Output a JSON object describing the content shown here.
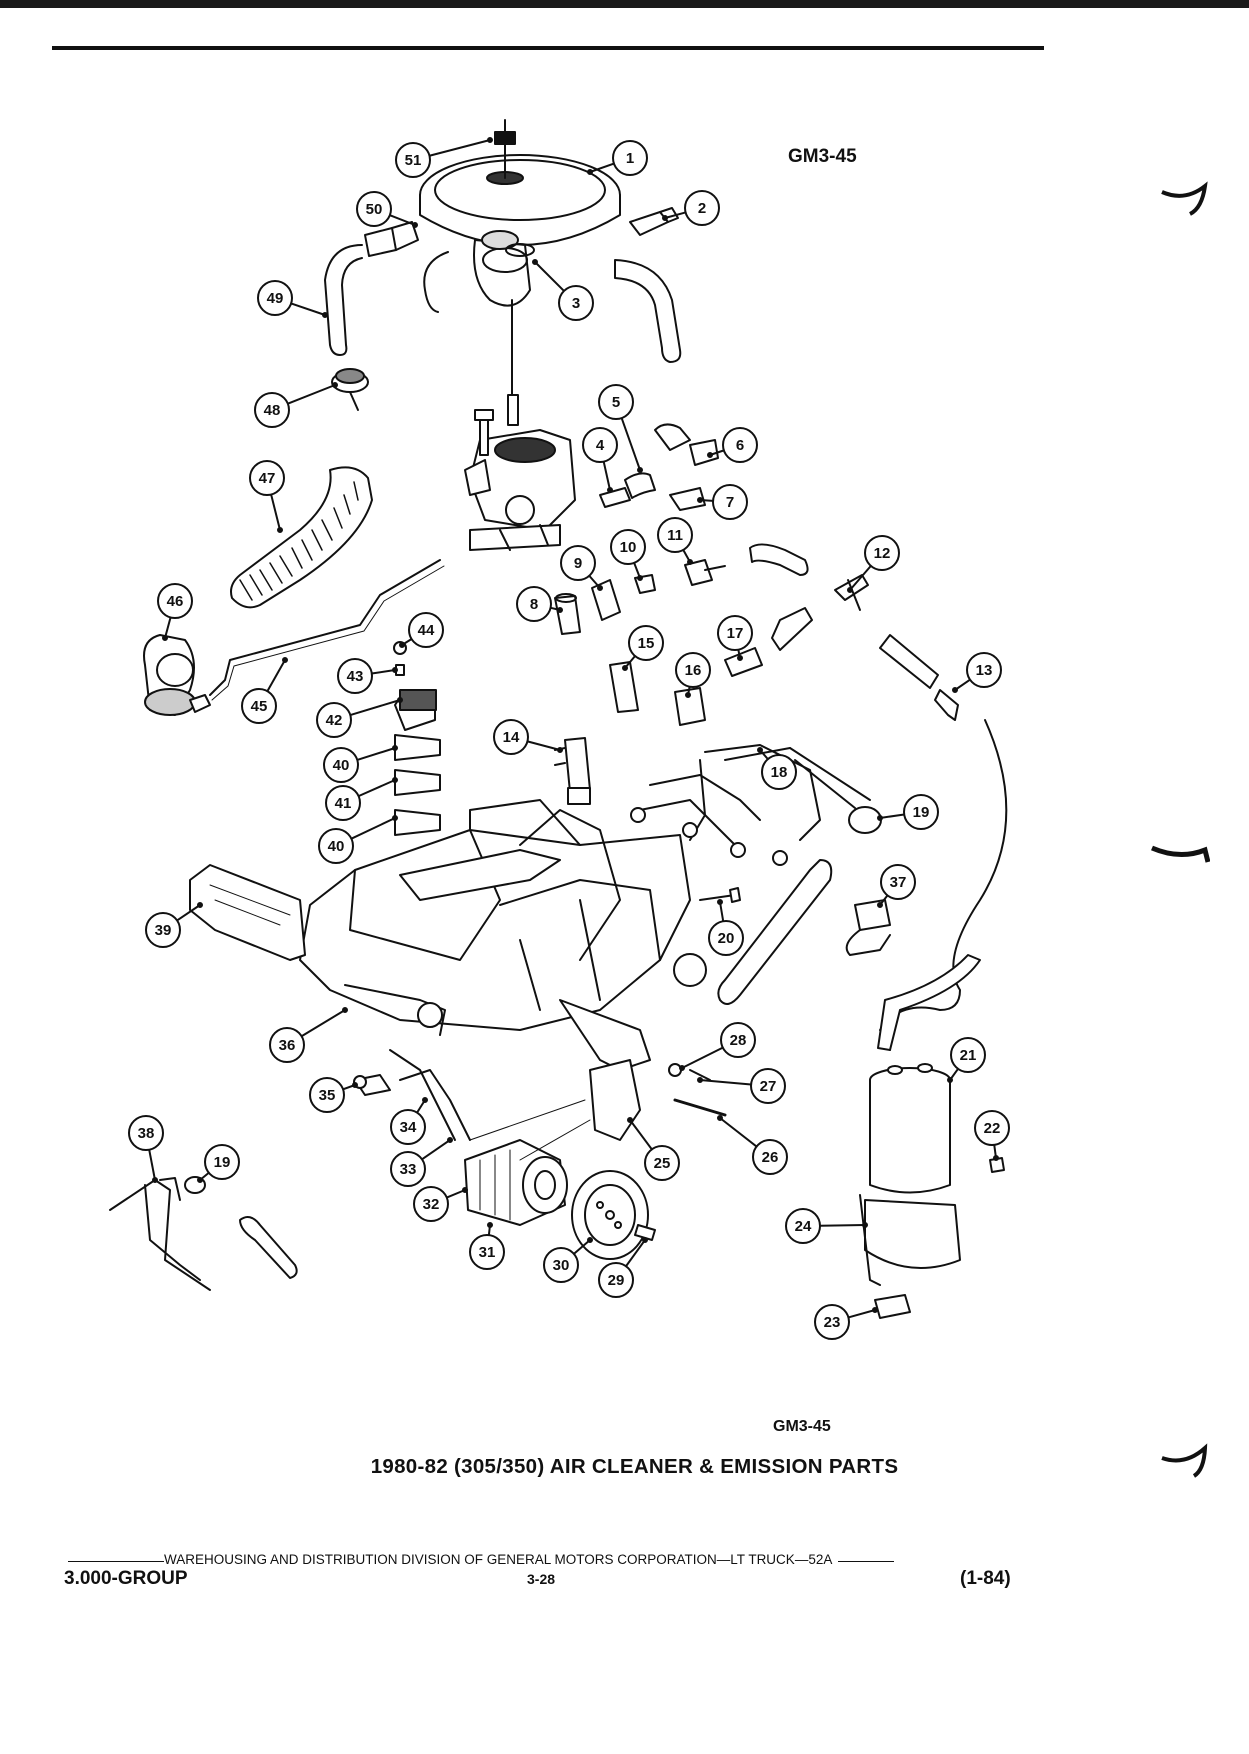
{
  "figure_code_top": "GM3-45",
  "figure_code_bottom": "GM3-45",
  "caption": "1980-82 (305/350) AIR CLEANER & EMISSION PARTS",
  "footer": {
    "line": "WAREHOUSING AND DISTRIBUTION  DIVISION OF GENERAL MOTORS CORPORATION—LT TRUCK—52A",
    "group": "3.000-GROUP",
    "page": "3-28",
    "date": "(1-84)"
  },
  "callouts": [
    "1",
    "2",
    "3",
    "4",
    "5",
    "6",
    "7",
    "8",
    "9",
    "10",
    "11",
    "12",
    "13",
    "14",
    "15",
    "16",
    "17",
    "18",
    "19",
    "19",
    "20",
    "21",
    "22",
    "23",
    "24",
    "25",
    "26",
    "27",
    "28",
    "29",
    "30",
    "31",
    "32",
    "33",
    "34",
    "35",
    "36",
    "37",
    "38",
    "39",
    "40",
    "40",
    "41",
    "42",
    "43",
    "44",
    "45",
    "46",
    "47",
    "48",
    "49",
    "50",
    "51"
  ]
}
